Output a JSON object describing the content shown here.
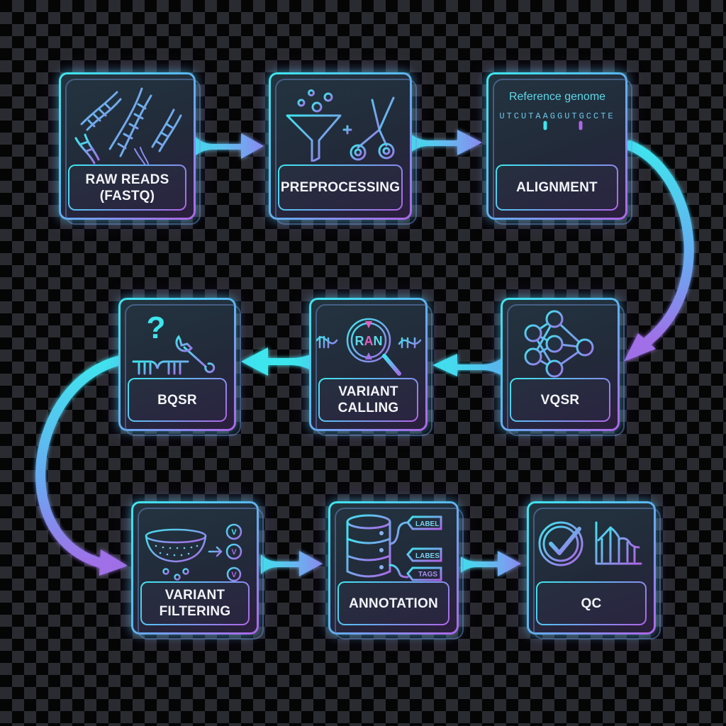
{
  "diagram": {
    "type": "pipeline-flowchart",
    "background": "transparent-checkerboard",
    "colors": {
      "accent_cyan": "#3ee6ee",
      "accent_blue": "#58b8f0",
      "accent_purple": "#b064e8",
      "card_bg": "#222a3a",
      "label_text": "#f2f4f8"
    },
    "nodes": [
      {
        "id": "raw_reads",
        "label": "RAW READS\n(FASTQ)",
        "icon": "dna-helix-icon"
      },
      {
        "id": "preprocessing",
        "label": "PREPROCESSING",
        "icon": "funnel-plus-scissors-icon"
      },
      {
        "id": "alignment",
        "label": "ALIGNMENT",
        "icon": "reference-alignment-icon",
        "icon_text": {
          "title": "Reference genome",
          "sequence": "UTCUTAAGGUTGCCTE"
        }
      },
      {
        "id": "vqsr",
        "label": "VQSR",
        "icon": "neural-network-icon"
      },
      {
        "id": "variant_calling",
        "label": "VARIANT\nCALLING",
        "icon": "magnifier-dna-icon",
        "icon_text": {
          "bases": [
            "R",
            "A",
            "N"
          ]
        }
      },
      {
        "id": "bqsr",
        "label": "BQSR",
        "icon": "question-wrench-icon"
      },
      {
        "id": "variant_filtering",
        "label": "VARIANT\nFILTERING",
        "icon": "strainer-icon",
        "icon_text": {
          "badge": "V"
        }
      },
      {
        "id": "annotation",
        "label": "ANNOTATION",
        "icon": "database-tags-icon",
        "icon_text": {
          "tags": [
            "LABEL",
            "LABES",
            "TAGS"
          ]
        }
      },
      {
        "id": "qc",
        "label": "QC",
        "icon": "check-chart-icon"
      }
    ],
    "edges": [
      {
        "from": "raw_reads",
        "to": "preprocessing",
        "style": "straight"
      },
      {
        "from": "preprocessing",
        "to": "alignment",
        "style": "straight"
      },
      {
        "from": "alignment",
        "to": "vqsr",
        "style": "curved"
      },
      {
        "from": "vqsr",
        "to": "variant_calling",
        "style": "straight"
      },
      {
        "from": "variant_calling",
        "to": "bqsr",
        "style": "straight"
      },
      {
        "from": "bqsr",
        "to": "variant_filtering",
        "style": "curved"
      },
      {
        "from": "variant_filtering",
        "to": "annotation",
        "style": "straight"
      },
      {
        "from": "annotation",
        "to": "qc",
        "style": "straight"
      }
    ]
  }
}
